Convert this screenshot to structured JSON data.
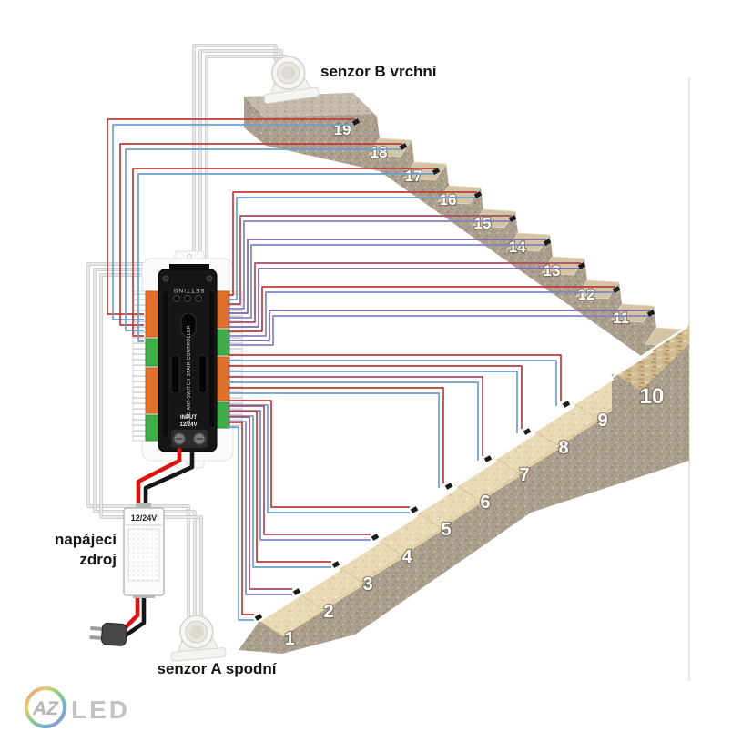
{
  "diagram": {
    "labels": {
      "sensor_b": "senzor B vrchní",
      "sensor_a": "senzor A spodní",
      "power_line1": "napájecí",
      "power_line2": "zdroj",
      "psu_voltage": "12/24V"
    },
    "controller": {
      "setting": "SETTING",
      "name": "LED ANT-SWITCH STAIR CONTROLLER",
      "input_label": "INPUT",
      "input_voltage": "12/24V"
    },
    "steps": [
      "1",
      "2",
      "3",
      "4",
      "5",
      "6",
      "7",
      "8",
      "9",
      "10",
      "11",
      "12",
      "13",
      "14",
      "15",
      "16",
      "17",
      "18",
      "19"
    ],
    "logo": {
      "az": "AZ",
      "led": "LED"
    },
    "colors": {
      "wire_red": "#bf3b3b",
      "wire_blue": "#6d9fd0",
      "wire_crimson": "#a84a66",
      "wire_purple": "#7e63a8",
      "wire_slate": "#7f86c0",
      "wire_gray": "#c2c2c2",
      "power_red": "#dd1111",
      "power_black": "#161616",
      "terminal_orange": "#e0712c",
      "terminal_green": "#3fae49"
    }
  }
}
